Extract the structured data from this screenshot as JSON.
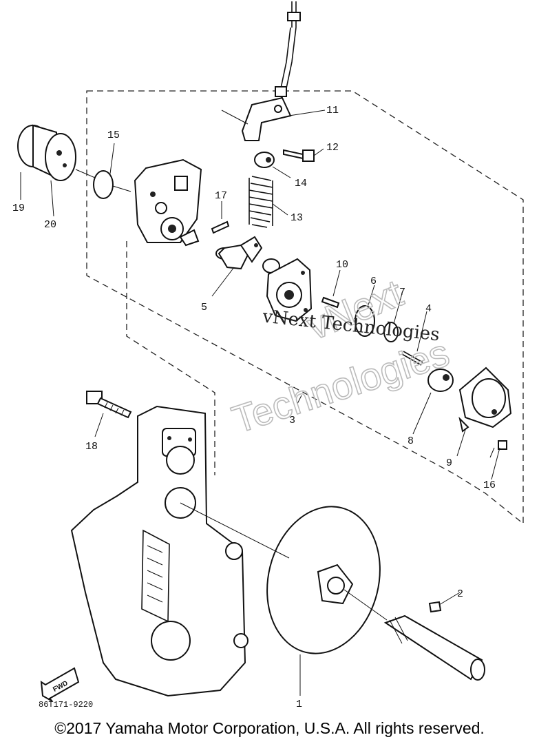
{
  "diagram": {
    "callouts": [
      {
        "id": "c1",
        "label": "1"
      },
      {
        "id": "c2",
        "label": "2"
      },
      {
        "id": "c3",
        "label": "3"
      },
      {
        "id": "c4",
        "label": "4"
      },
      {
        "id": "c5",
        "label": "5"
      },
      {
        "id": "c6",
        "label": "6"
      },
      {
        "id": "c7",
        "label": "7"
      },
      {
        "id": "c8",
        "label": "8"
      },
      {
        "id": "c9",
        "label": "9"
      },
      {
        "id": "c10",
        "label": "10"
      },
      {
        "id": "c11",
        "label": "11"
      },
      {
        "id": "c12",
        "label": "12"
      },
      {
        "id": "c13",
        "label": "13"
      },
      {
        "id": "c14",
        "label": "14"
      },
      {
        "id": "c15",
        "label": "15"
      },
      {
        "id": "c16",
        "label": "16"
      },
      {
        "id": "c17",
        "label": "17"
      },
      {
        "id": "c18",
        "label": "18"
      },
      {
        "id": "c19",
        "label": "19"
      },
      {
        "id": "c20",
        "label": "20"
      }
    ],
    "fwd_label": "FWD",
    "part_number": "86T171-9220",
    "watermark_line1": "vNext Technologies",
    "watermark_line2": "vNext",
    "watermark_line3": "Technologies"
  },
  "footer": {
    "copyright": "©2017 Yamaha Motor Corporation, U.S.A. All rights reserved."
  }
}
